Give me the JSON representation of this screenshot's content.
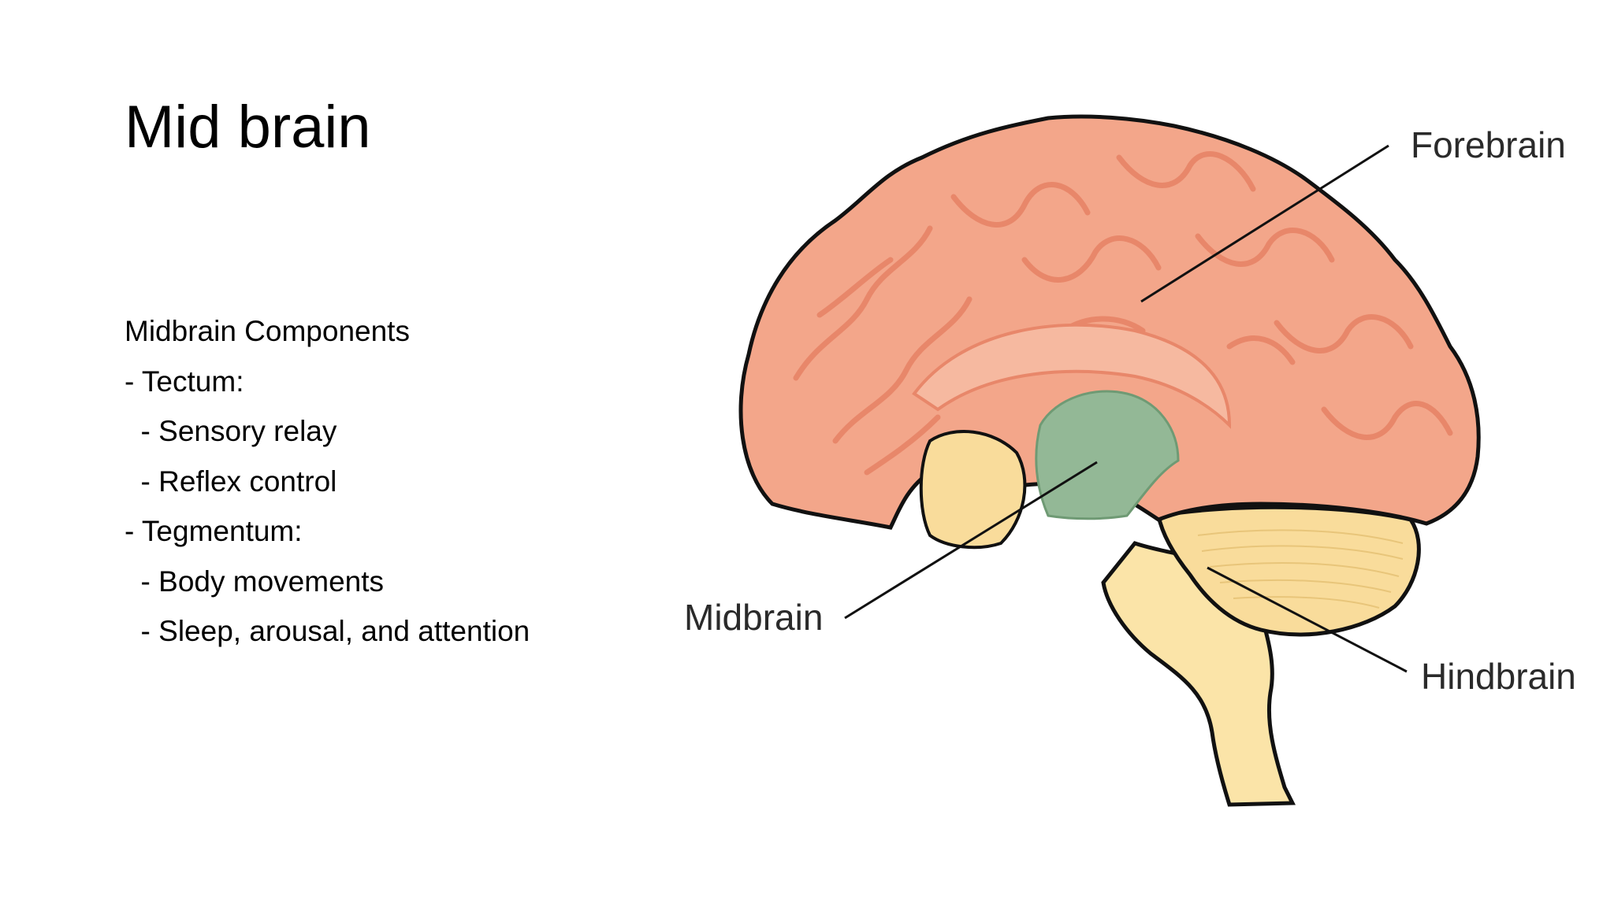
{
  "slide": {
    "title": "Mid brain",
    "body": [
      "Midbrain Components",
      "- Tectum:",
      "  - Sensory relay",
      "  - Reflex control",
      "- Tegmentum:",
      "  - Body movements",
      "  - Sleep, arousal, and attention"
    ]
  },
  "diagram": {
    "labels": {
      "forebrain": "Forebrain",
      "midbrain": "Midbrain",
      "hindbrain": "Hindbrain"
    },
    "colors": {
      "forebrain": "#f3a68a",
      "forebrain_fold": "#e8876a",
      "midbrain": "#93b896",
      "hindbrain": "#f9dc9b",
      "brainstem": "#fbe4a8",
      "outline": "#111111",
      "label_text": "#2a2a2a"
    }
  }
}
